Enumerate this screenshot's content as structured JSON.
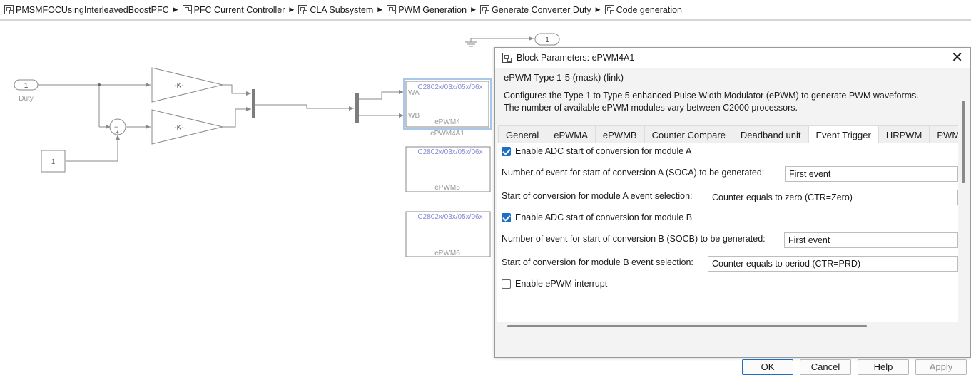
{
  "breadcrumb": [
    {
      "label": "PMSMFOCUsingInterleavedBoostPFC"
    },
    {
      "label": "PFC Current Controller"
    },
    {
      "label": "CLA Subsystem"
    },
    {
      "label": "PWM Generation"
    },
    {
      "label": "Generate Converter Duty"
    },
    {
      "label": "Code generation"
    }
  ],
  "model": {
    "inport_number": "1",
    "inport_name": "Duty",
    "constant_value": "1",
    "gain1": "-K-",
    "gain2": "-K-",
    "sum_minus": "−",
    "sum_plus": "+",
    "outport_number": "1",
    "epwm_blocks": [
      {
        "processor": "C2802x/03x/05x/06x",
        "port_a": "WA",
        "port_b": "WB",
        "inner": "ePWM4",
        "caption": "ePWM4A1"
      },
      {
        "processor": "C2802x/03x/05x/06x",
        "inner": "ePWM5"
      },
      {
        "processor": "C2802x/03x/05x/06x",
        "inner": "ePWM6"
      }
    ]
  },
  "dialog": {
    "title": "Block Parameters: ePWM4A1",
    "mask_heading": "ePWM Type 1-5 (mask) (link)",
    "description_line1": "Configures the Type 1 to Type 5 enhanced Pulse Width Modulator (ePWM) to generate PWM waveforms.",
    "description_line2": "The number of available ePWM modules vary between C2000 processors.",
    "tabs": [
      {
        "label": "General"
      },
      {
        "label": "ePWMA"
      },
      {
        "label": "ePWMB"
      },
      {
        "label": "Counter Compare"
      },
      {
        "label": "Deadband unit"
      },
      {
        "label": "Event Trigger"
      },
      {
        "label": "HRPWM"
      },
      {
        "label": "PWM"
      }
    ],
    "active_tab": "Event Trigger",
    "enable_adc_a": {
      "label": "Enable ADC start of conversion for module A",
      "checked": true
    },
    "soca_count": {
      "label": "Number of event for start of conversion A (SOCA) to be generated:",
      "value": "First event"
    },
    "soca_select": {
      "label": "Start of conversion for module A event selection:",
      "value": "Counter equals to zero (CTR=Zero)"
    },
    "enable_adc_b": {
      "label": "Enable ADC start of conversion for module B",
      "checked": true
    },
    "socb_count": {
      "label": "Number of event for start of conversion B (SOCB) to be generated:",
      "value": "First event"
    },
    "socb_select": {
      "label": "Start of conversion for module B event selection:",
      "value": "Counter equals to period (CTR=PRD)"
    },
    "enable_interrupt": {
      "label": "Enable ePWM interrupt",
      "checked": false
    },
    "buttons": {
      "ok": "OK",
      "cancel": "Cancel",
      "help": "Help",
      "apply": "Apply"
    }
  },
  "colors": {
    "accent": "#1c6fc4",
    "block_line": "#8a8a8a",
    "epwm_text": "#8a8ad8",
    "selected_block": "#a9c7ea"
  }
}
